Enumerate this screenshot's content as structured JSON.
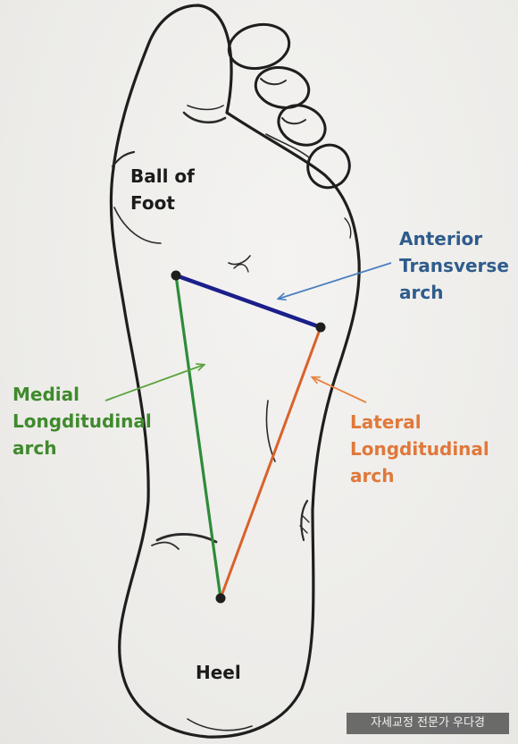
{
  "labels": {
    "ball_of_foot": [
      "Ball of",
      "Foot"
    ],
    "anterior": [
      "Anterior",
      "Transverse",
      "arch"
    ],
    "medial": [
      "Medial",
      "Longditudinal",
      "arch"
    ],
    "lateral": [
      "Lateral",
      "Longditudinal",
      "arch"
    ],
    "heel": "Heel"
  },
  "watermark": "자세교정 전문가 우다경",
  "colors": {
    "outline": "#1e1e1e",
    "anterior_arch": "#1b1f8a",
    "medial_arch": "#2e8b3a",
    "lateral_arch": "#d9622b",
    "anterior_pointer": "#4a7fc0",
    "medial_pointer": "#5aa33e",
    "lateral_pointer": "#e8823f"
  }
}
